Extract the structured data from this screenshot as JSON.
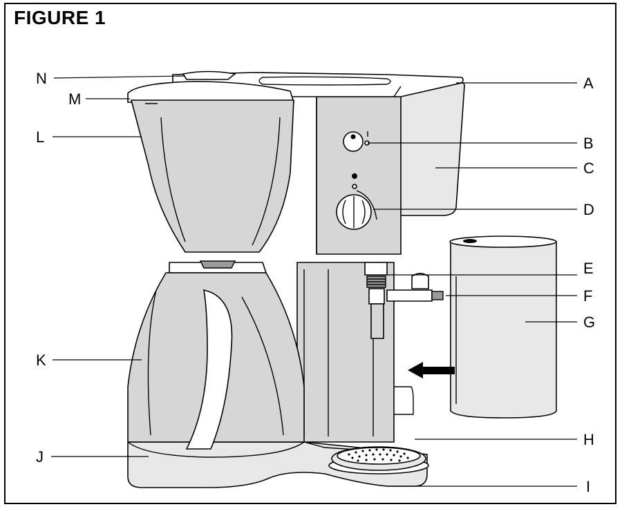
{
  "figure": {
    "title": "FIGURE 1"
  },
  "labels": {
    "A": "A",
    "B": "B",
    "C": "C",
    "D": "D",
    "E": "E",
    "F": "F",
    "G": "G",
    "H": "H",
    "I": "I",
    "J": "J",
    "K": "K",
    "L": "L",
    "M": "M",
    "N": "N"
  },
  "colors": {
    "line": "#000000",
    "body": "#d6d6d6",
    "light": "#e8e8e8",
    "dark": "#9a9a9a"
  }
}
